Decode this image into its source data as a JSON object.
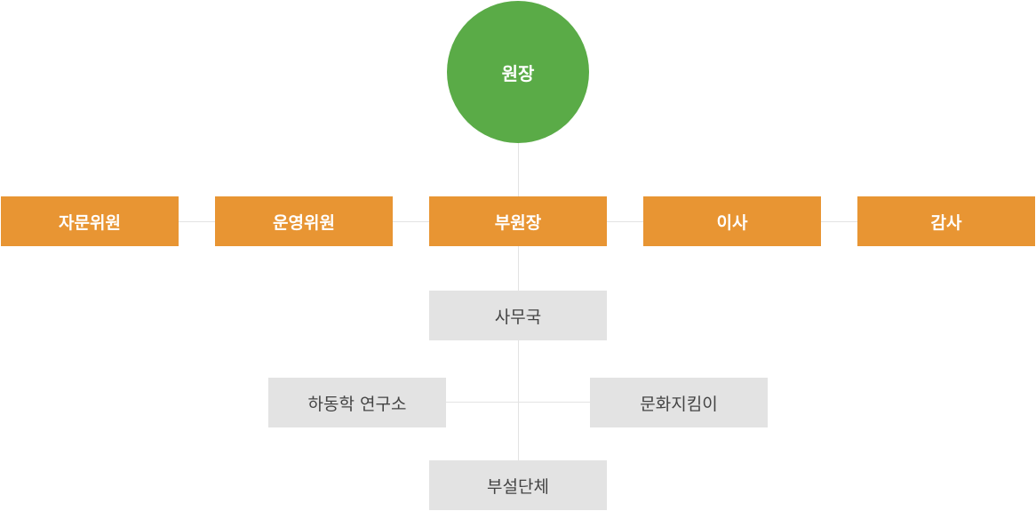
{
  "chart": {
    "head": "원장",
    "row1": [
      "자문위원",
      "운영위원",
      "부원장",
      "이사",
      "감사"
    ],
    "office": "사무국",
    "left_unit": "하동학 연구소",
    "right_unit": "문화지킴이",
    "bottom_unit": "부설단체"
  },
  "colors": {
    "head": "#5aab47",
    "primary": "#e89533",
    "secondary": "#e3e3e3",
    "connector": "#e3e3e3"
  }
}
